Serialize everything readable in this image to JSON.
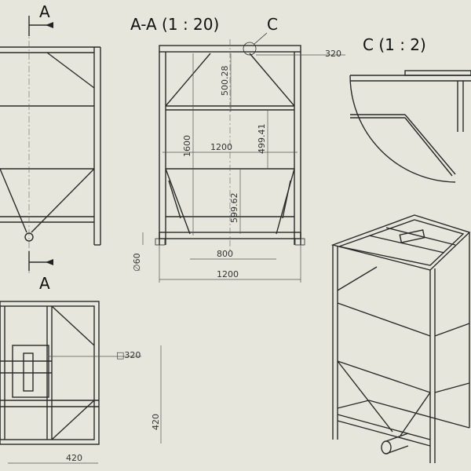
{
  "section_label_top": "A",
  "section_label_bottom": "A",
  "section_view_title": "A-A (1 : 20)",
  "detail_marker": "C",
  "detail_view_title": "C (1 : 2)",
  "dims": {
    "d320_top": "320",
    "d500": "500.28",
    "d1600": "1600",
    "d1200_mid": "1200",
    "d499": "499.41",
    "d599": "599.62",
    "d60": "∅60",
    "d800": "800",
    "d1200_bottom": "1200",
    "d320_square": "□320",
    "d420_vert": "420",
    "d420_horiz": "420"
  }
}
